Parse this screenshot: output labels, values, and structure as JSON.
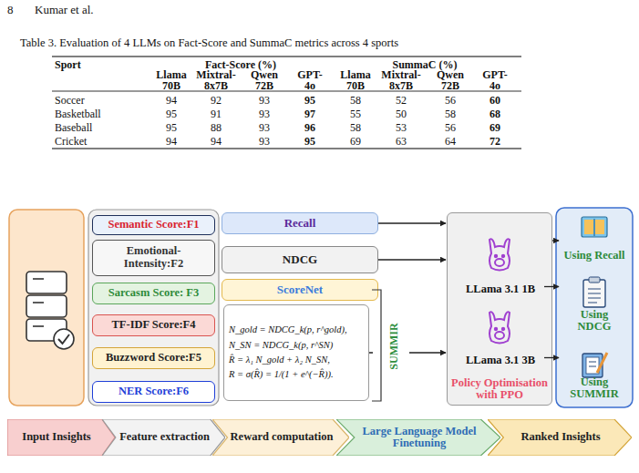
{
  "diagram": {
    "caption": "Table 3. Evaluation of 4 LLMs on Fact-Score and SummaC metrics across 4 sports",
    "nodes": [
      {
        "text": [
          "Semantic Score:F1"
        ]
      },
      {
        "text": [
          "Emotional-Intensity:F2"
        ]
      },
      {
        "text": [
          "Sarcasm Score: F3"
        ]
      },
      {
        "text": [
          "TF-IDF Score:F4"
        ]
      },
      {
        "text": [
          "Buzzword Score:F5"
        ]
      },
      {
        "text": [
          "NER Score:F6"
        ]
      },
      {
        "text": [
          "Recall"
        ]
      },
      {
        "text": [
          "NDCG"
        ]
      },
      {
        "text": [
          "ScoreNet"
        ]
      },
      {
        "text": [
          "N_gold = NDCG_k(p, r^gold),",
          "N_SN = NDCG_k(p, r^SN)",
          "R̂ = λ₁ N_gold + λ₂ N_SN,",
          "R = σ(R̂) = 1/(1 + e^(−R̂))."
        ]
      },
      {
        "text": [
          "Policy Optimisation with PPO"
        ]
      },
      {
        "text": [
          "LLama 3.1 1B"
        ],
        "in": 10
      },
      {
        "text": [
          "LLama 3.1 3B"
        ],
        "in": 10
      },
      {
        "text": [
          "Using Recall"
        ]
      },
      {
        "text": [
          "Using NDCG"
        ]
      },
      {
        "text": [
          "Using SUMMIR"
        ]
      },
      {
        "text": [
          "Input Insights"
        ]
      },
      {
        "text": [
          "Feature extraction"
        ]
      },
      {
        "text": [
          "Reward computation"
        ]
      },
      {
        "text": [
          "Large Language Model Finetuning"
        ]
      },
      {
        "text": [
          "Ranked Insights"
        ]
      }
    ],
    "edges": [
      {
        "from": 6,
        "to": 10,
        "arrow": "to"
      },
      {
        "from": 7,
        "to": 10,
        "arrow": "to"
      },
      {
        "from": 9,
        "to": 10,
        "arrow": "to"
      },
      {
        "from": 10,
        "to": 13,
        "arrow": "to"
      },
      {
        "from": 11,
        "to": 14,
        "arrow": "to"
      },
      {
        "from": 12,
        "to": 15,
        "arrow": "to"
      }
    ],
    "labels": [
      "8",
      "Kumar et al.",
      "Sport",
      "Fact-Score (%)",
      "SummaC (%)",
      "Llama 70B",
      "Mixtral-8x7B",
      "Qwen 72B",
      "GPT-4o",
      "Llama 70B",
      "Mixtral-8x7B",
      "Qwen 72B",
      "GPT-4o",
      "Soccer",
      "94",
      "92",
      "93",
      "95",
      "58",
      "52",
      "56",
      "60",
      "Basketball",
      "95",
      "91",
      "93",
      "97",
      "55",
      "50",
      "58",
      "68",
      "Baseball",
      "95",
      "88",
      "93",
      "96",
      "58",
      "53",
      "56",
      "69",
      "Cricket",
      "94",
      "94",
      "93",
      "95",
      "69",
      "63",
      "64",
      "72",
      "SUMMIR"
    ]
  }
}
